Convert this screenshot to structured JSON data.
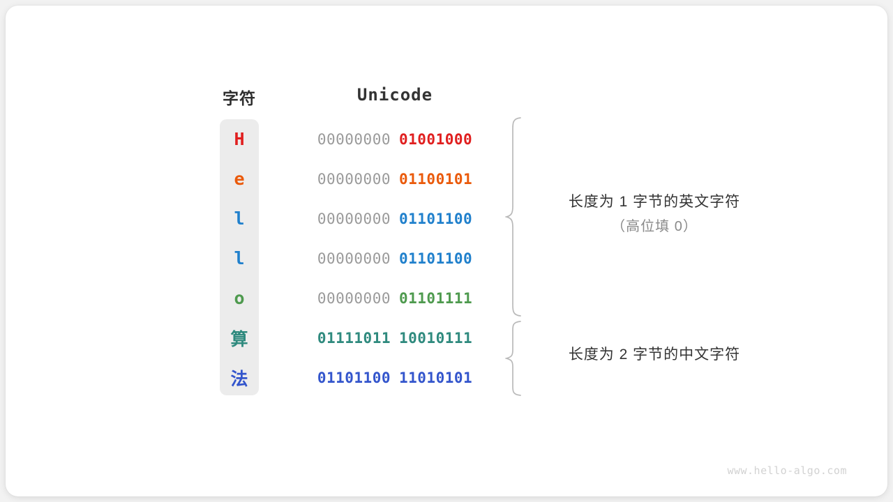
{
  "figure": {
    "background_color": "#f2f2f2",
    "card_color": "#ffffff",
    "capsule_color": "#ececec",
    "watermark": "www.hello-algo.com"
  },
  "headers": {
    "char_label": "字符",
    "unicode_label": "Unicode"
  },
  "rows": [
    {
      "char": "H",
      "color": "#e01f1f",
      "high_byte": "00000000",
      "low_byte": "01001000",
      "high_is_padding": true,
      "cjk": false
    },
    {
      "char": "e",
      "color": "#ea5a0b",
      "high_byte": "00000000",
      "low_byte": "01100101",
      "high_is_padding": true,
      "cjk": false
    },
    {
      "char": "l",
      "color": "#2080cc",
      "high_byte": "00000000",
      "low_byte": "01101100",
      "high_is_padding": true,
      "cjk": false
    },
    {
      "char": "l",
      "color": "#2080cc",
      "high_byte": "00000000",
      "low_byte": "01101100",
      "high_is_padding": true,
      "cjk": false
    },
    {
      "char": "o",
      "color": "#4e9a4e",
      "high_byte": "00000000",
      "low_byte": "01101111",
      "high_is_padding": true,
      "cjk": false
    },
    {
      "char": "算",
      "color": "#2f8a7e",
      "high_byte": "01111011",
      "low_byte": "10010111",
      "high_is_padding": false,
      "cjk": true
    },
    {
      "char": "法",
      "color": "#3355cc",
      "high_byte": "01101100",
      "low_byte": "11010101",
      "high_is_padding": false,
      "cjk": true
    }
  ],
  "annotations": [
    {
      "main": "长度为 1 字节的英文字符",
      "sub": "（高位填 0）"
    },
    {
      "main": "长度为 2 字节的中文字符",
      "sub": ""
    }
  ]
}
